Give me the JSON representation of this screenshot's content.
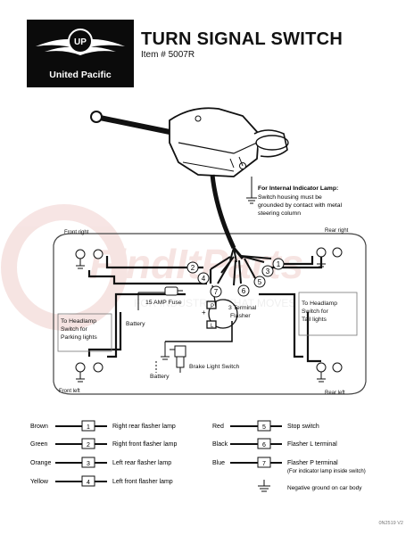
{
  "brand": {
    "name": "United Pacific",
    "logo_letters": "UP"
  },
  "title": "TURN SIGNAL SWITCH",
  "item": "Item # 5007R",
  "watermark": {
    "big": "FindItParts",
    "small": "FOR INDUSTRIES THAT MOVES"
  },
  "indicator_note": {
    "heading": "For Internal Indicator Lamp:",
    "lines": [
      "Switch housing must be",
      "grounded by contact with metal",
      "steering column"
    ]
  },
  "labels": {
    "front_right": "Front right",
    "front_left": "Front left",
    "rear_right": "Rear right",
    "rear_left": "Rear left",
    "headlamp_parking": [
      "To Headlamp",
      "Switch for",
      "Parking lights"
    ],
    "headlamp_tail": [
      "To Headlamp",
      "Switch for",
      "Tail lights"
    ],
    "fuse": "15 AMP Fuse",
    "battery_top": "Battery",
    "battery_bottom": "Battery",
    "flasher": [
      "3 Terminal",
      "Flasher"
    ],
    "brake_switch": "Brake Light Switch",
    "flasher_p": "P",
    "flasher_l": "L",
    "plus": "+"
  },
  "legend": [
    {
      "color": "Brown",
      "num": "1",
      "desc": "Right rear flasher lamp"
    },
    {
      "color": "Green",
      "num": "2",
      "desc": "Right front flasher lamp"
    },
    {
      "color": "Orange",
      "num": "3",
      "desc": "Left rear flasher lamp"
    },
    {
      "color": "Yellow",
      "num": "4",
      "desc": "Left front flasher lamp"
    },
    {
      "color": "Red",
      "num": "5",
      "desc": "Stop switch"
    },
    {
      "color": "Black",
      "num": "6",
      "desc": "Flasher L terminal"
    },
    {
      "color": "Blue",
      "num": "7",
      "desc": "Flasher P terminal",
      "desc2": "(For indicator lamp inside switch)"
    }
  ],
  "ground_legend": "Negative ground on car body",
  "doc_code": "0N2519 V2"
}
